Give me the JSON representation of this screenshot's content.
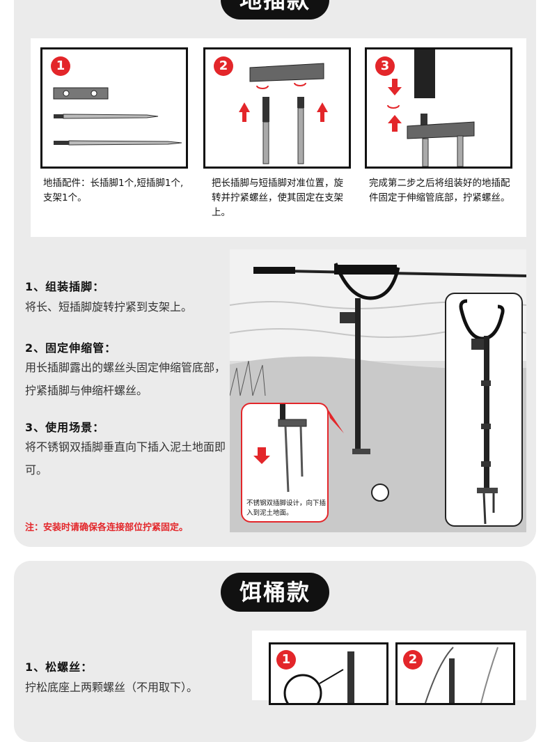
{
  "section1": {
    "title": "地插款",
    "steps": [
      {
        "num": "1",
        "caption": "地插配件：长插脚1个,短插脚1个,支架1个。"
      },
      {
        "num": "2",
        "caption": "把长插脚与短插脚对准位置，旋转并拧紧螺丝，使其固定在支架上。"
      },
      {
        "num": "3",
        "caption": "完成第二步之后将组装好的地插配件固定于伸缩管底部，拧紧螺丝。"
      }
    ],
    "instructions": [
      {
        "heading": "1、组装插脚：",
        "body": "将长、短插脚旋转拧紧到支架上。"
      },
      {
        "heading": "2、固定伸缩管：",
        "body": "用长插脚露出的螺丝头固定伸缩管底部，拧紧插脚与伸缩杆螺丝。"
      },
      {
        "heading": "3、使用场景：",
        "body": "将不锈钢双插脚垂直向下插入泥土地面即可。"
      }
    ],
    "note": "注：安装时请确保各连接部位拧紧固定。",
    "callout": "不锈钢双插脚设计，向下插入到泥土地面。"
  },
  "section2": {
    "title": "饵桶款",
    "instructions": [
      {
        "heading": "1、松螺丝：",
        "body": "拧松底座上两颗螺丝（不用取下）。"
      }
    ],
    "steps": [
      {
        "num": "1"
      },
      {
        "num": "2"
      }
    ]
  },
  "colors": {
    "accent": "#e3262a",
    "pill": "#111111",
    "panel": "#ebebeb"
  }
}
